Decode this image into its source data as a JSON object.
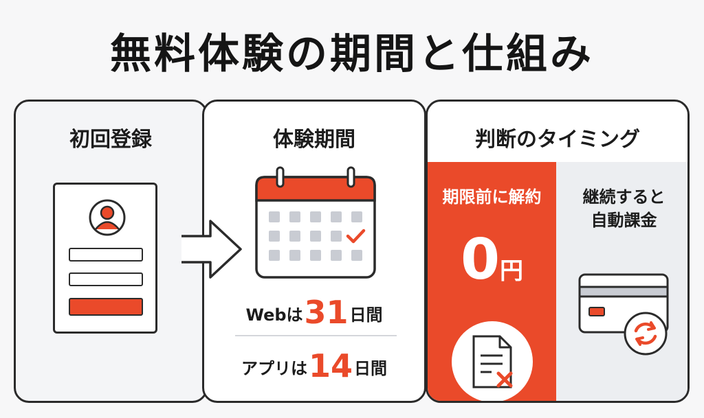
{
  "title": "無料体験の期間と仕組み",
  "steps": [
    {
      "title": "初回登録"
    },
    {
      "title": "体験期間",
      "web": {
        "label": "Webは",
        "number": "31",
        "unit": "日間"
      },
      "app": {
        "label": "アプリは",
        "number": "14",
        "unit": "日間"
      }
    },
    {
      "title": "判断のタイミング",
      "cancel": {
        "line1": "期限前に解約",
        "amount": "0",
        "currency": "円"
      },
      "continue": {
        "line1": "継続すると",
        "line2": "自動課金"
      }
    }
  ],
  "colors": {
    "accent": "#ea4a2a",
    "dark": "#2a2a2a",
    "light": "#eceef1"
  },
  "icons": [
    "user-icon",
    "calendar-icon",
    "checkmark-icon",
    "document-cancel-icon",
    "credit-card-icon",
    "renew-icon",
    "arrow-right-icon"
  ]
}
